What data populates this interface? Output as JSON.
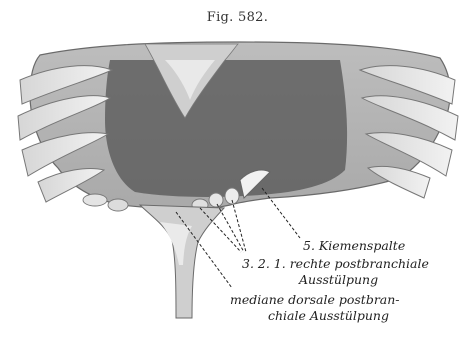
{
  "figure": {
    "title": "Fig. 582."
  },
  "labels": {
    "kiemenspalte": "5. Kiemenspalte",
    "postbranchiale_line1": "3. 2. 1. rechte postbranchiale",
    "postbranchiale_line2": "Ausstülpung",
    "median_line1": "mediane dorsale postbran-",
    "median_line2": "chiale Ausstülpung"
  }
}
